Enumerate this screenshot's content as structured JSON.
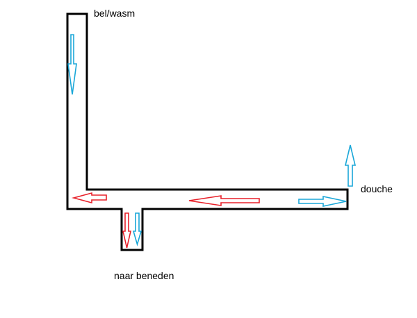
{
  "labels": {
    "bel_wasm": "bel/wasm",
    "douche": "douche",
    "naar_beneden": "naar beneden"
  },
  "colors": {
    "pipe_outline": "#000000",
    "hot_arrow": "#e8212a",
    "cold_arrow": "#1aa7d8",
    "background": "#ffffff"
  }
}
